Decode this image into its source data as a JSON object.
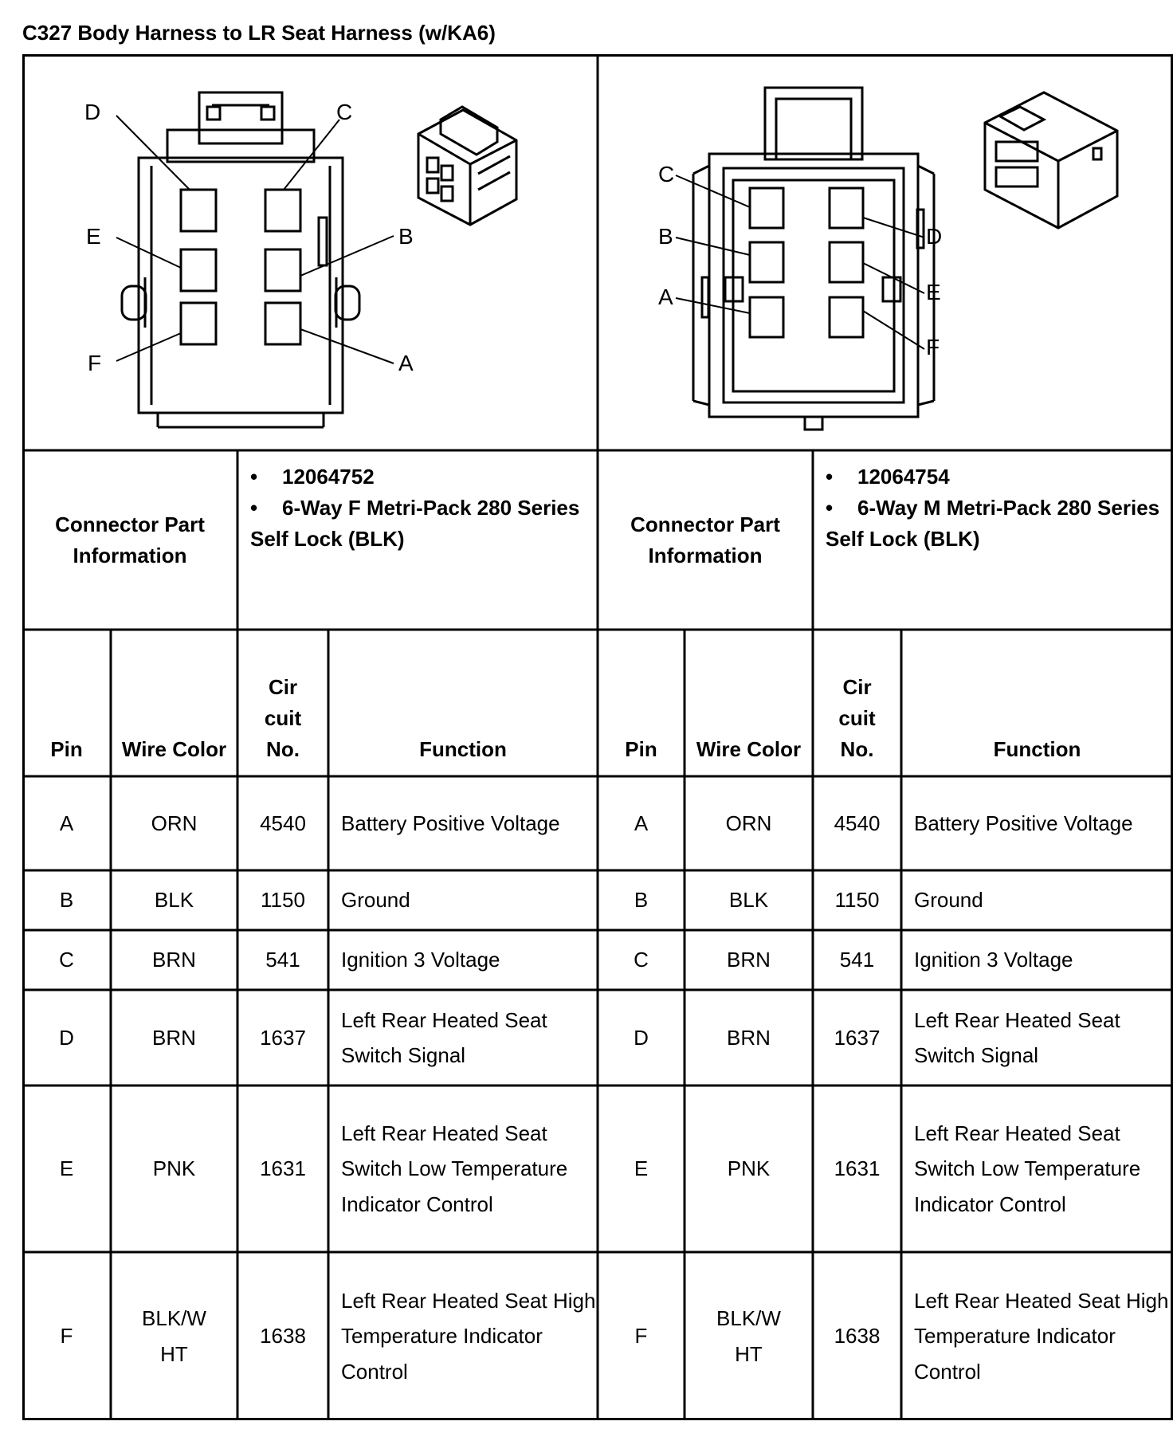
{
  "title": "C327 Body Harness to LR Seat Harness (w/KA6)",
  "left_connector": {
    "pin_labels": {
      "A": "A",
      "B": "B",
      "C": "C",
      "D": "D",
      "E": "E",
      "F": "F"
    },
    "info_label": "Connector Part Information",
    "parts": [
      "12064752",
      "6-Way F Metri-Pack 280 Series Self Lock (BLK)"
    ]
  },
  "right_connector": {
    "pin_labels": {
      "A": "A",
      "B": "B",
      "C": "C",
      "D": "D",
      "E": "E",
      "F": "F"
    },
    "info_label": "Connector Part Information",
    "parts": [
      "12064754",
      "6-Way M Metri-Pack 280 Series Self Lock (BLK)"
    ]
  },
  "table": {
    "headers": {
      "pin": "Pin",
      "wire_color": "Wire Color",
      "circuit": "Cir cuit No.",
      "function": "Function"
    },
    "rows": [
      {
        "pin": "A",
        "wire_color": "ORN",
        "circuit": "4540",
        "function": "Battery Positive Voltage"
      },
      {
        "pin": "B",
        "wire_color": "BLK",
        "circuit": "1150",
        "function": "Ground"
      },
      {
        "pin": "C",
        "wire_color": "BRN",
        "circuit": "541",
        "function": "Ignition 3 Voltage"
      },
      {
        "pin": "D",
        "wire_color": "BRN",
        "circuit": "1637",
        "function": "Left Rear Heated Seat Switch Signal"
      },
      {
        "pin": "E",
        "wire_color": "PNK",
        "circuit": "1631",
        "function": "Left Rear Heated Seat Switch Low Temperature Indicator Control"
      },
      {
        "pin": "F",
        "wire_color": "BLK/W HT",
        "circuit": "1638",
        "function": "Left Rear Heated Seat High Temperature Indicator Control"
      }
    ]
  }
}
